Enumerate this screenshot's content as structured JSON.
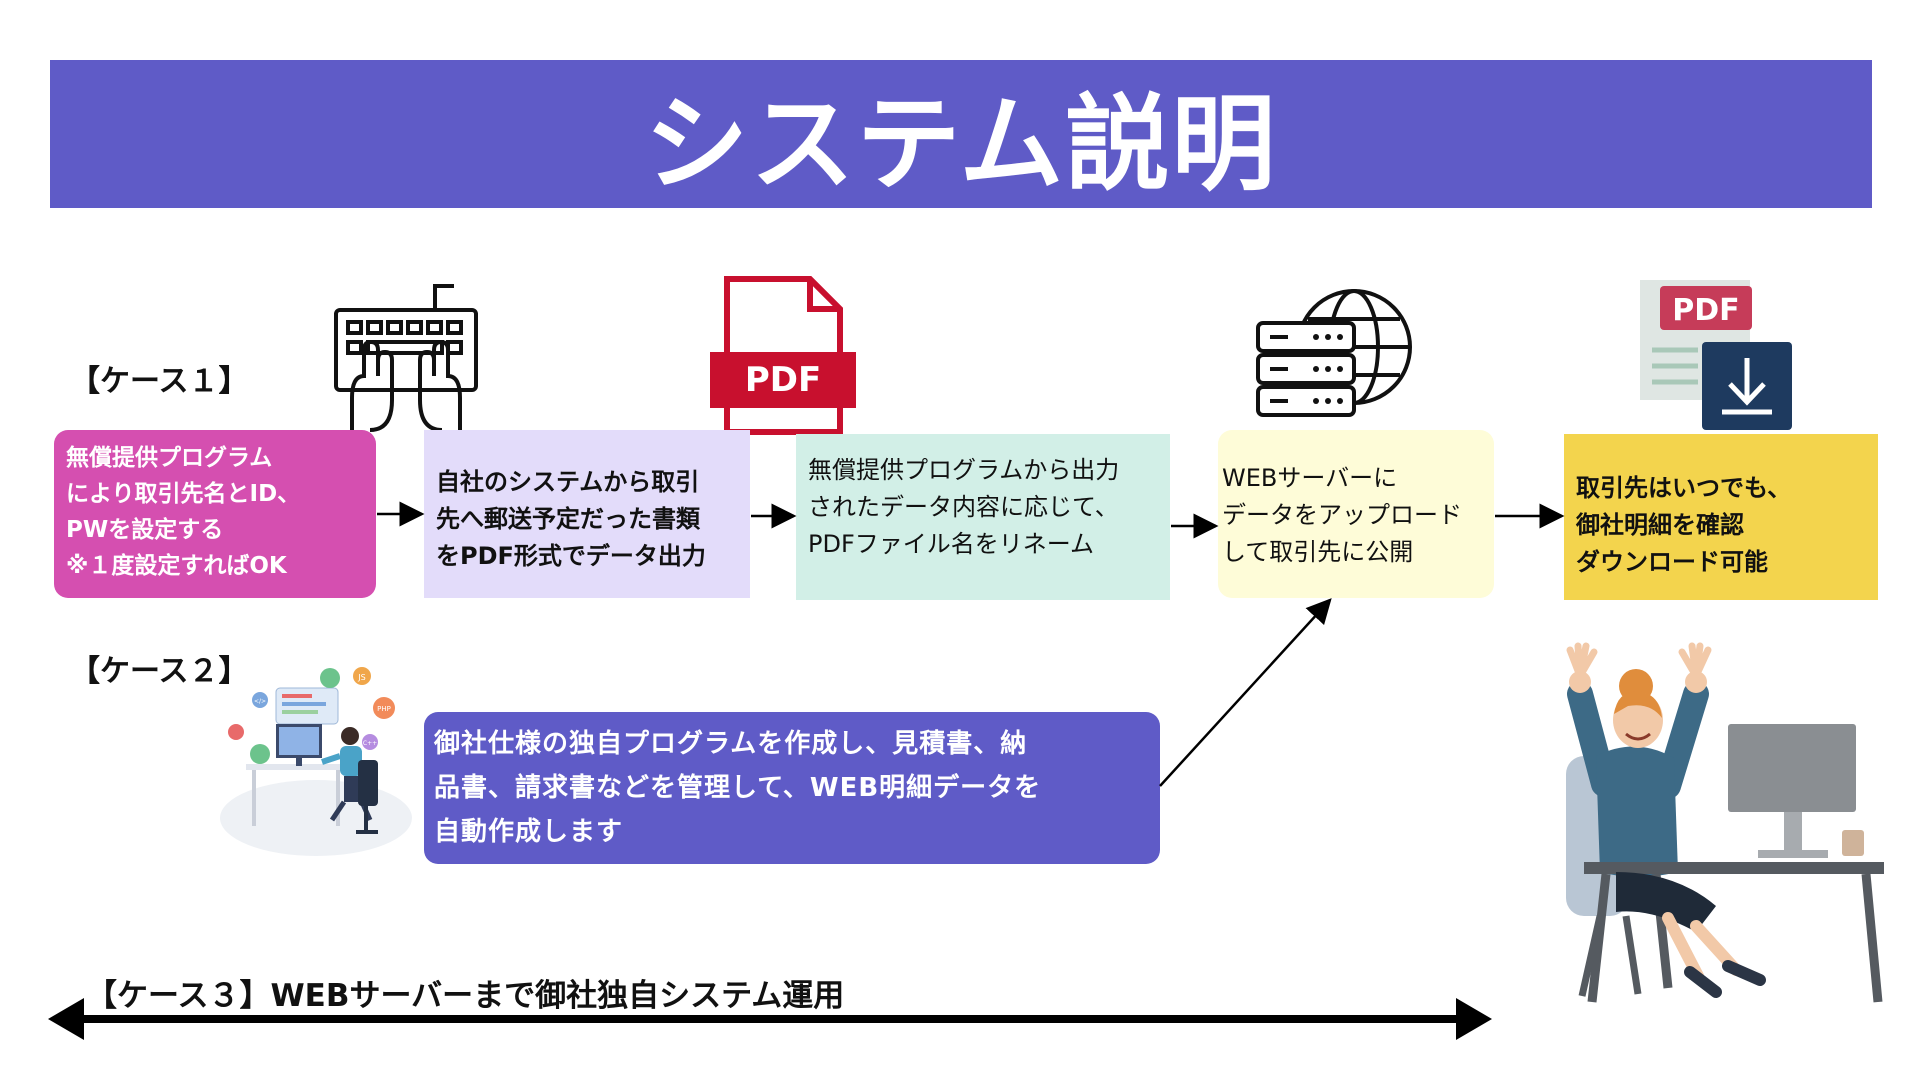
{
  "title": "システム説明",
  "cases": {
    "case1": "【ケース１】",
    "case2": "【ケース２】",
    "case3": "【ケース３】WEBサーバーまで御社独自システム運用"
  },
  "flow": {
    "step1": [
      "無償提供プログラム",
      "により取引先名とID、",
      "PWを設定する",
      "※１度設定すればOK"
    ],
    "step2": [
      "自社のシステムから取引",
      "先へ郵送予定だった書類",
      "をPDF形式でデータ出力"
    ],
    "step3": [
      "無償提供プログラムから出力",
      "されたデータ内容に応じて、",
      "PDFファイル名をリネーム"
    ],
    "step4": [
      "WEBサーバーに",
      "データをアップロード",
      "して取引先に公開"
    ],
    "step5": [
      "取引先はいつでも、",
      "御社明細を確認",
      "ダウンロード可能"
    ],
    "case2_box": [
      "御社仕様の独自プログラムを作成し、見積書、納",
      "品書、請求書などを管理して、WEB明細データを",
      "自動作成します"
    ]
  },
  "icons": {
    "pdf_label": "PDF",
    "pdf_badge": "PDF",
    "code_badges": [
      "JS",
      "PHP",
      "</>",
      "C++"
    ]
  },
  "colors": {
    "banner": "#5f5bc7",
    "step1": "#d54fb0",
    "step2": "#e3dcfa",
    "step3": "#d2efe7",
    "step4": "#fefcd8",
    "step5": "#f3d44d",
    "case2": "#5f5bc7",
    "pdf_red": "#c8102e"
  }
}
